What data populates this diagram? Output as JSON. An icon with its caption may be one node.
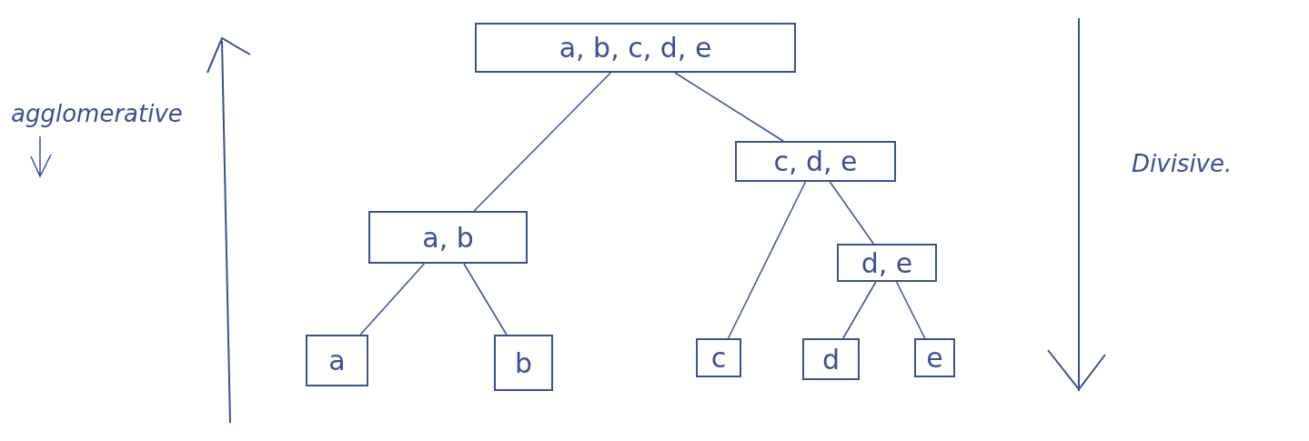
{
  "diagram": {
    "nodes": [
      {
        "text": [
          "a, b, c, d, e"
        ]
      },
      {
        "text": [
          "a, b"
        ]
      },
      {
        "text": [
          "c, d, e"
        ]
      },
      {
        "text": [
          "d, e"
        ]
      },
      {
        "text": [
          "a"
        ]
      },
      {
        "text": [
          "b"
        ]
      },
      {
        "text": [
          "c"
        ]
      },
      {
        "text": [
          "d"
        ]
      },
      {
        "text": [
          "e"
        ]
      }
    ],
    "edges": [
      {
        "from": 0,
        "to": 1,
        "arrow": "none"
      },
      {
        "from": 0,
        "to": 2,
        "arrow": "none"
      },
      {
        "from": 2,
        "to": 3,
        "arrow": "none"
      },
      {
        "from": 1,
        "to": 4,
        "arrow": "none"
      },
      {
        "from": 1,
        "to": 5,
        "arrow": "none"
      },
      {
        "from": 2,
        "to": 6,
        "arrow": "none"
      },
      {
        "from": 3,
        "to": 7,
        "arrow": "none"
      },
      {
        "from": 3,
        "to": 8,
        "arrow": "none"
      }
    ],
    "labels": [
      "agglomerative",
      "Divisive."
    ]
  }
}
